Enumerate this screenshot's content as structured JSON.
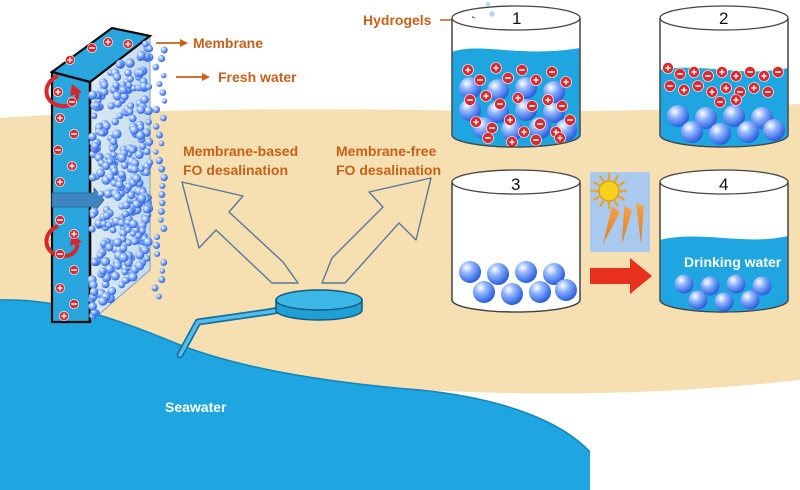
{
  "labels": {
    "membrane": "Membrane",
    "fresh_water": "Fresh water",
    "hydrogels": "Hydrogels",
    "membrane_based": [
      "Membrane-based",
      "FO desalination"
    ],
    "membrane_free": [
      "Membrane-free",
      "FO desalination"
    ],
    "drinking_water": "Drinking water",
    "seawater": "Seawater"
  },
  "beakers": [
    {
      "number": "1"
    },
    {
      "number": "2"
    },
    {
      "number": "3"
    },
    {
      "number": "4"
    }
  ],
  "icons": {
    "sun": "sun-icon",
    "arrow": "right-arrow-icon"
  },
  "colors": {
    "sand": "#f6dfb0",
    "water": "#1fa5e0",
    "label_orange": "#c8601a",
    "ion_red": "#e0262a",
    "arrow_red": "#e8301e",
    "sun_yellow": "#f8d21a",
    "sun_panel": "#a9c9ee"
  }
}
